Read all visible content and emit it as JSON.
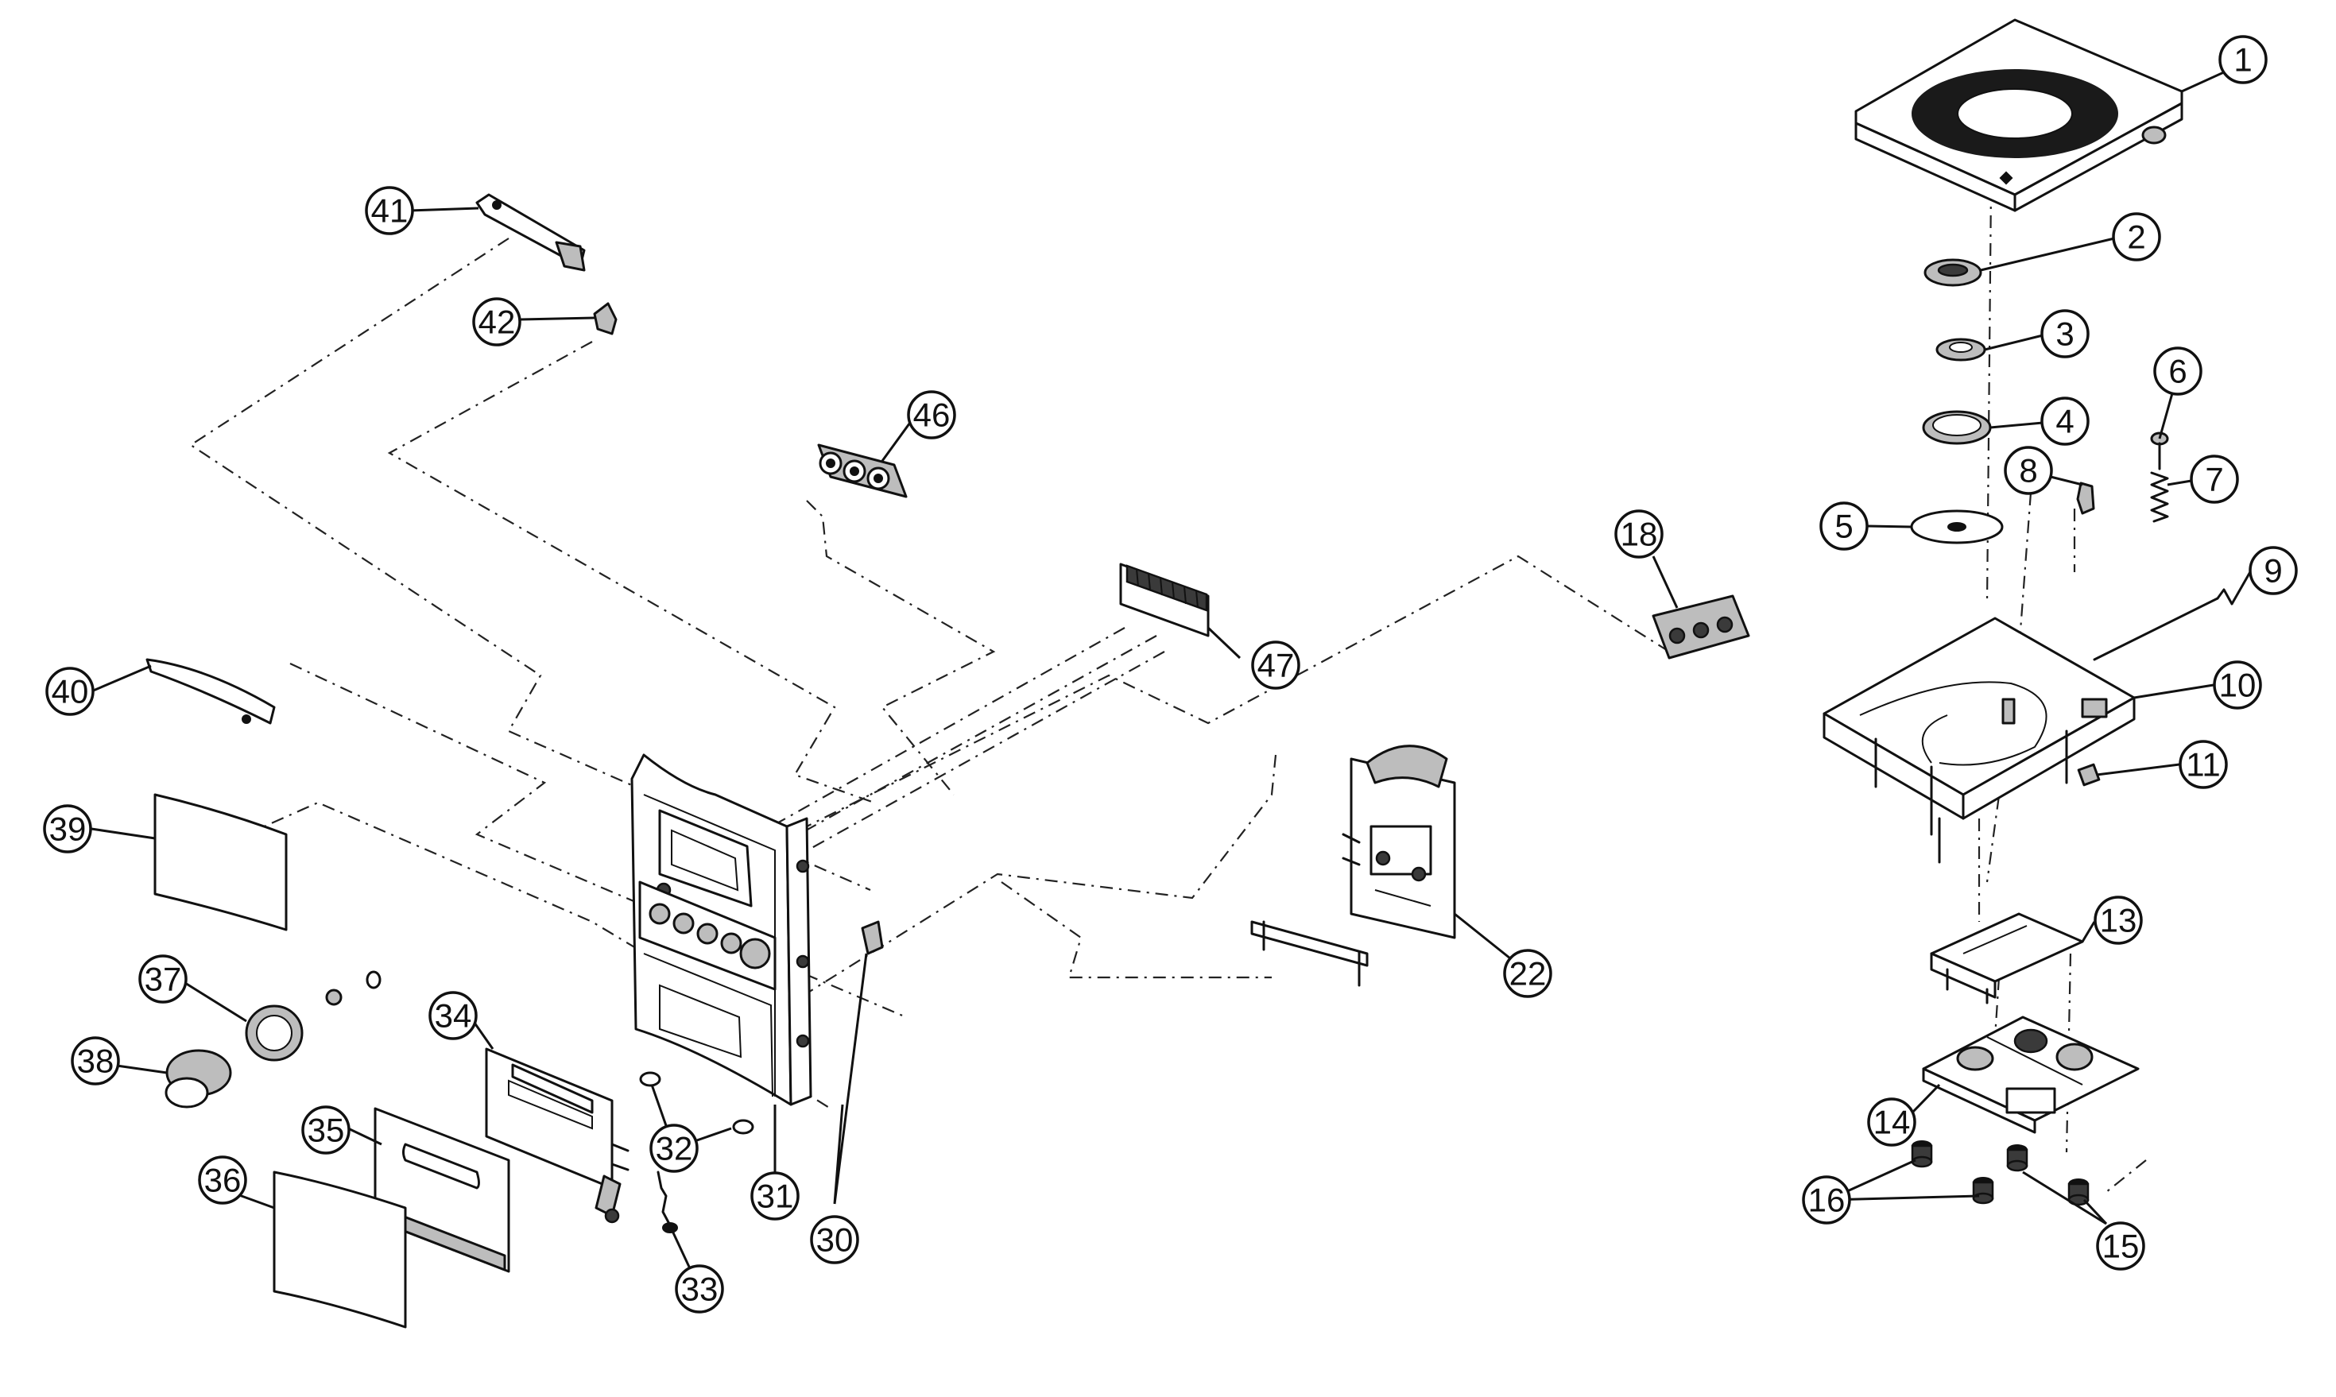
{
  "callouts": [
    {
      "id": "1",
      "label": "1"
    },
    {
      "id": "2",
      "label": "2"
    },
    {
      "id": "3",
      "label": "3"
    },
    {
      "id": "4",
      "label": "4"
    },
    {
      "id": "5",
      "label": "5"
    },
    {
      "id": "6",
      "label": "6"
    },
    {
      "id": "7",
      "label": "7"
    },
    {
      "id": "8",
      "label": "8"
    },
    {
      "id": "9",
      "label": "9"
    },
    {
      "id": "10",
      "label": "10"
    },
    {
      "id": "11",
      "label": "11"
    },
    {
      "id": "13",
      "label": "13"
    },
    {
      "id": "14",
      "label": "14"
    },
    {
      "id": "15",
      "label": "15"
    },
    {
      "id": "16",
      "label": "16"
    },
    {
      "id": "18",
      "label": "18"
    },
    {
      "id": "22",
      "label": "22"
    },
    {
      "id": "30",
      "label": "30"
    },
    {
      "id": "31",
      "label": "31"
    },
    {
      "id": "32",
      "label": "32"
    },
    {
      "id": "33",
      "label": "33"
    },
    {
      "id": "34",
      "label": "34"
    },
    {
      "id": "35",
      "label": "35"
    },
    {
      "id": "36",
      "label": "36"
    },
    {
      "id": "37",
      "label": "37"
    },
    {
      "id": "38",
      "label": "38"
    },
    {
      "id": "39",
      "label": "39"
    },
    {
      "id": "40",
      "label": "40"
    },
    {
      "id": "41",
      "label": "41"
    },
    {
      "id": "42",
      "label": "42"
    },
    {
      "id": "46",
      "label": "46"
    },
    {
      "id": "47",
      "label": "47"
    }
  ]
}
